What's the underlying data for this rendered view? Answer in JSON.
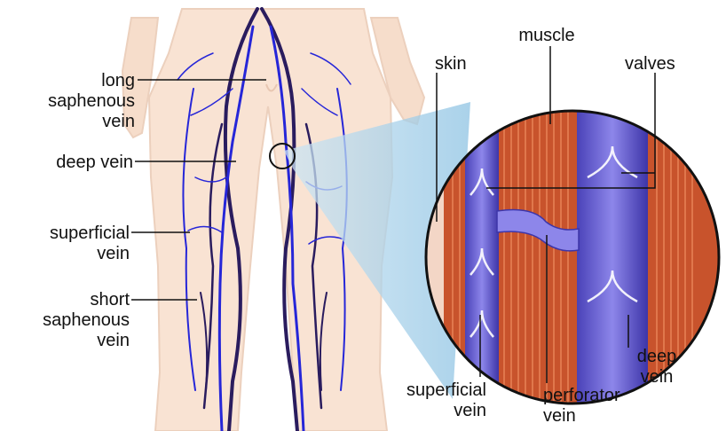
{
  "colors": {
    "skin": "#f9e3d3",
    "skin_outline": "#e8c7b2",
    "deep_vein": "#2a1c5e",
    "superficial_vein": "#2626d8",
    "muscle": "#c8532c",
    "muscle_stripe": "#e0774c",
    "vein_fill": "#6f68d8",
    "vein_dark": "#3d35a8",
    "magnifier_beam": "#a9d1ea",
    "leader_line": "#111111"
  },
  "labels": {
    "long_saphenous_vein": [
      "long",
      "saphenous",
      "vein"
    ],
    "deep_vein": "deep vein",
    "superficial_vein_left": [
      "superficial",
      "vein"
    ],
    "short_saphenous_vein": [
      "short",
      "saphenous",
      "vein"
    ],
    "skin": "skin",
    "muscle": "muscle",
    "valves": "valves",
    "deep_vein_inset": [
      "deep",
      "vein"
    ],
    "superficial_vein_inset": [
      "superficial",
      "vein"
    ],
    "perforator_vein": [
      "perforator",
      "vein"
    ]
  }
}
